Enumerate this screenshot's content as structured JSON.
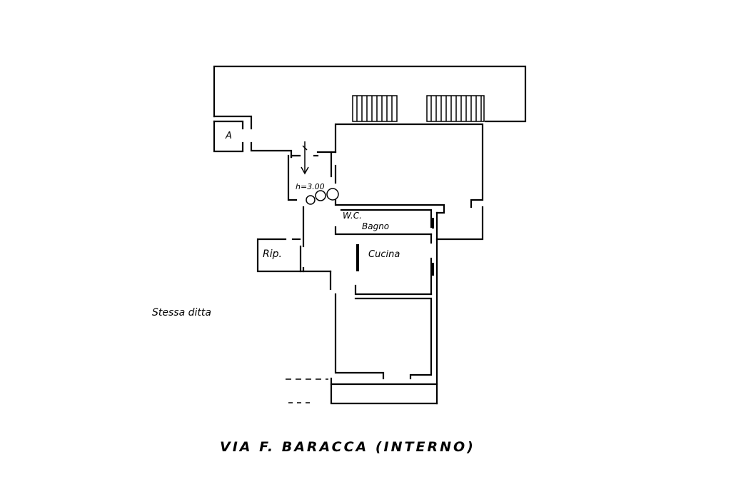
{
  "labels": {
    "room_a": "A",
    "height": "h=3.00",
    "wc": "W.C.",
    "bagno": "Bagno",
    "cucina": "Cucina",
    "rip": "Rip.",
    "neighbour": "Stessa ditta",
    "street": "VIA F. BARACCA (INTERNO)"
  },
  "icons": [
    "north-arrow-icon",
    "gas-meter-icon"
  ],
  "colors": {
    "ink": "#000000",
    "paper": "#ffffff"
  }
}
